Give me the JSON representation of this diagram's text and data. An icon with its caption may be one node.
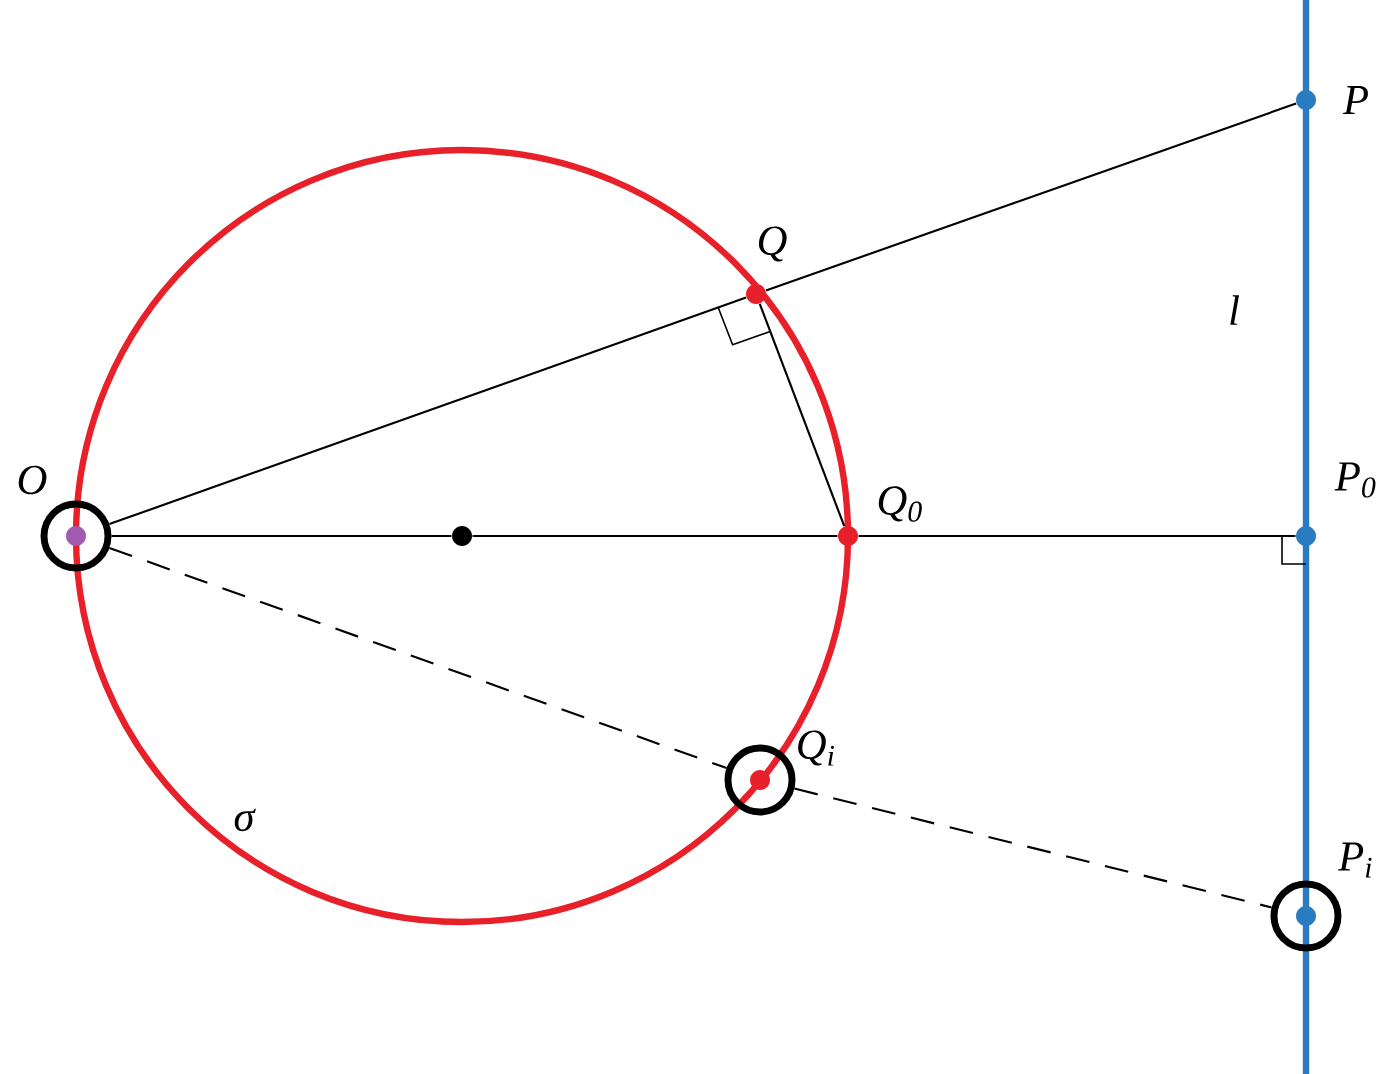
{
  "diagram": {
    "nodes": [
      {
        "text": [],
        "shape": "circle",
        "beside": [
          "P"
        ]
      },
      {
        "text": [],
        "shape": "circle",
        "beside": [
          "Q"
        ]
      },
      {
        "text": [],
        "shape": "circle",
        "beside": [
          "O"
        ]
      },
      {
        "text": [],
        "shape": "circle"
      },
      {
        "text": [],
        "shape": "circle",
        "beside": [
          "Q$_{0}$"
        ]
      },
      {
        "text": [],
        "shape": "circle",
        "beside": [
          "P$_{0}$"
        ]
      },
      {
        "text": [],
        "shape": "circle",
        "beside": [
          "Q$_{i}$"
        ]
      },
      {
        "text": [],
        "shape": "circle",
        "beside": [
          "P$_{i}$"
        ]
      }
    ],
    "edges": [
      {
        "from": 2,
        "to": 1,
        "arrow": "none"
      },
      {
        "from": 1,
        "to": 0,
        "arrow": "none"
      },
      {
        "from": 2,
        "to": 3,
        "arrow": "none"
      },
      {
        "from": 3,
        "to": 4,
        "arrow": "none"
      },
      {
        "from": 4,
        "to": 5,
        "arrow": "none"
      },
      {
        "from": 2,
        "to": 6,
        "arrow": "none",
        "style": "dashed"
      },
      {
        "from": 6,
        "to": 7,
        "arrow": "none",
        "style": "dashed"
      },
      {
        "from": 1,
        "to": 4,
        "arrow": "none"
      }
    ],
    "labels": [
      "l",
      "σ"
    ]
  }
}
